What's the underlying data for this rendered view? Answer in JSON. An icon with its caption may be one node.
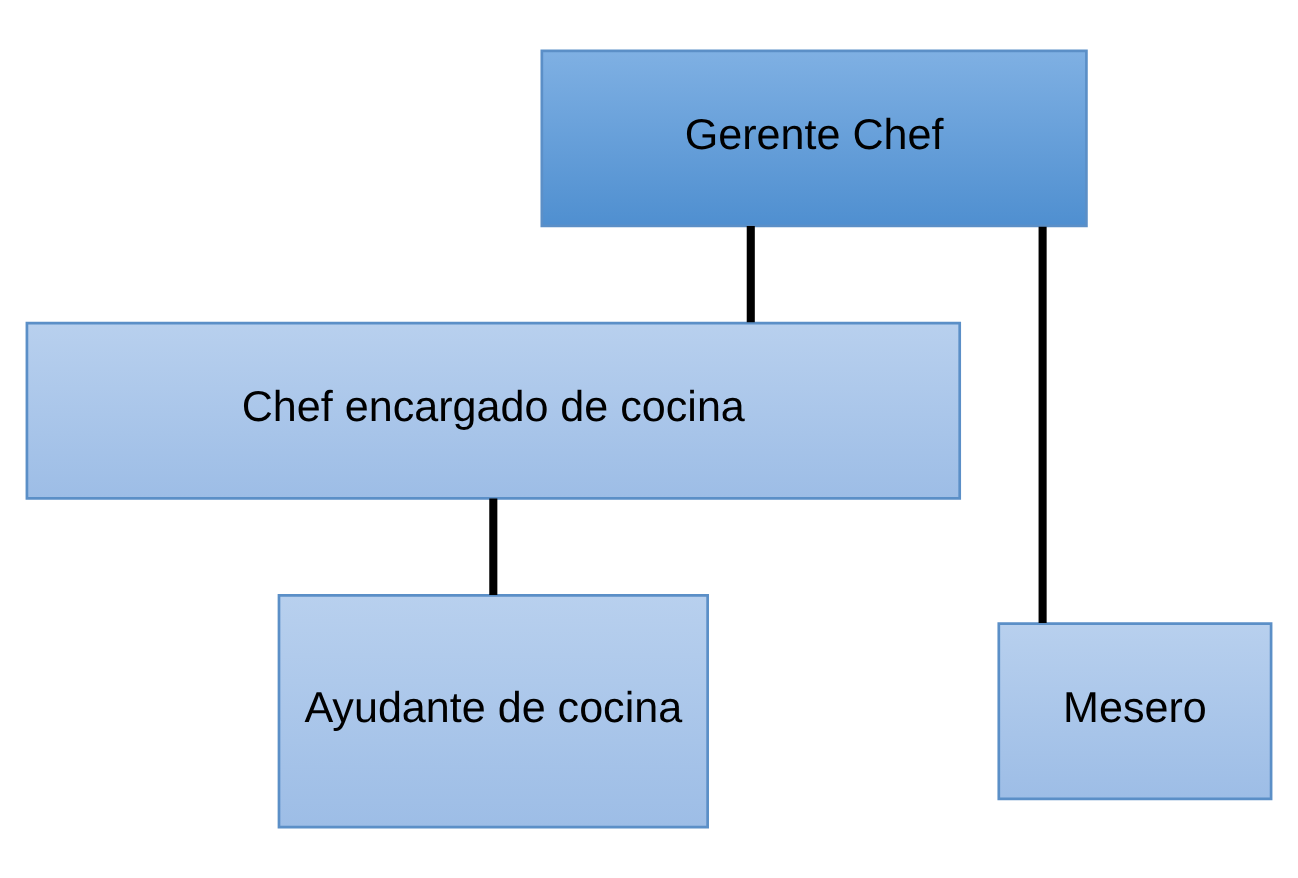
{
  "diagram": {
    "nodes": [
      {
        "text": [
          "Gerente Chef"
        ]
      },
      {
        "text": [
          "Chef encargado de cocina"
        ]
      },
      {
        "text": [
          "Ayudante de cocina"
        ]
      },
      {
        "text": [
          "Mesero"
        ]
      }
    ],
    "edges": [
      {
        "from": 0,
        "to": 1,
        "arrow": "none"
      },
      {
        "from": 1,
        "to": 2,
        "arrow": "none"
      },
      {
        "from": 0,
        "to": 3,
        "arrow": "none"
      }
    ]
  }
}
